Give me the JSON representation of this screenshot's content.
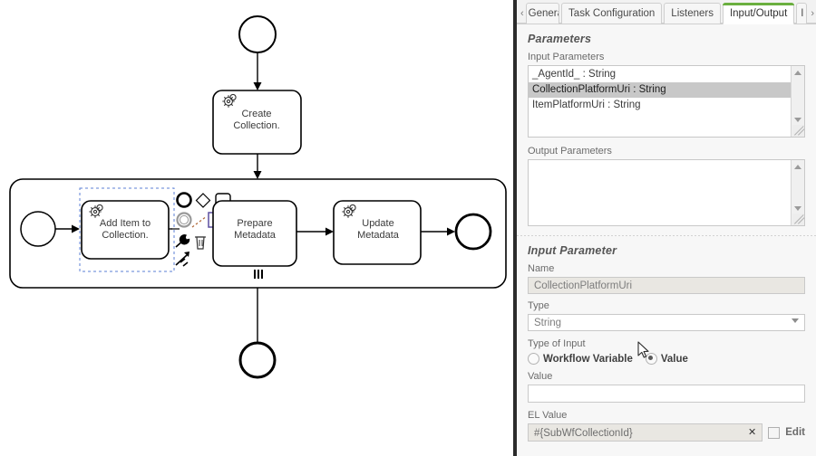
{
  "tabs": {
    "scroll_left_icon": "chevron-left-icon",
    "scroll_right_icon": "chevron-right-icon",
    "items": [
      {
        "label": "General",
        "active": false,
        "clipped": true
      },
      {
        "label": "Task Configuration",
        "active": false
      },
      {
        "label": "Listeners",
        "active": false
      },
      {
        "label": "Input/Output",
        "active": true
      },
      {
        "label": "I",
        "active": false,
        "nub": true
      }
    ],
    "active_accent_color": "#6aaf3f"
  },
  "parameters": {
    "section_title": "Parameters",
    "input_label": "Input Parameters",
    "input_items": [
      {
        "text": "_AgentId_ : String",
        "selected": false
      },
      {
        "text": "CollectionPlatformUri : String",
        "selected": true
      },
      {
        "text": "ItemPlatformUri : String",
        "selected": false
      }
    ],
    "output_label": "Output Parameters",
    "output_items": [],
    "scroll_up_icon": "scroll-up-arrow-icon",
    "scroll_down_icon": "scroll-down-arrow-icon",
    "resize_grip_icon": "resize-grip-icon"
  },
  "input_parameter": {
    "section_title": "Input Parameter",
    "name_label": "Name",
    "name_value": "CollectionPlatformUri",
    "type_label": "Type",
    "type_value": "String",
    "type_options": [
      "String"
    ],
    "type_caret_icon": "chevron-down-icon",
    "type_of_input_label": "Type of Input",
    "radio_workflow_variable": "Workflow Variable",
    "radio_value": "Value",
    "selected_input_type": "Value",
    "value_label": "Value",
    "value_text": "",
    "el_label": "EL Value",
    "el_value": "#{SubWfCollectionId}",
    "el_clear_icon": "clear-x-icon",
    "edit_label": "Edit",
    "edit_checked": false
  },
  "diagram": {
    "start_event": "start-event",
    "task_create_collection": "Create Collection.",
    "subprocess_start_event": "subprocess-start-event",
    "task_add_item": "Add Item to Collection.",
    "task_prepare_metadata": "Prepare Metadata",
    "task_update_metadata": "Update Metadata",
    "subprocess_end_event": "subprocess-end-event",
    "end_event": "end-event",
    "multi_instance_marker": "parallel-multi-instance",
    "selection_color": "#5b7fd4",
    "context_pad": [
      "end-event-icon",
      "gateway-icon",
      "task-icon",
      "intermediate-event-icon",
      "append-text-annotation-icon",
      "wrench-icon",
      "trash-icon",
      "connect-icon"
    ]
  }
}
